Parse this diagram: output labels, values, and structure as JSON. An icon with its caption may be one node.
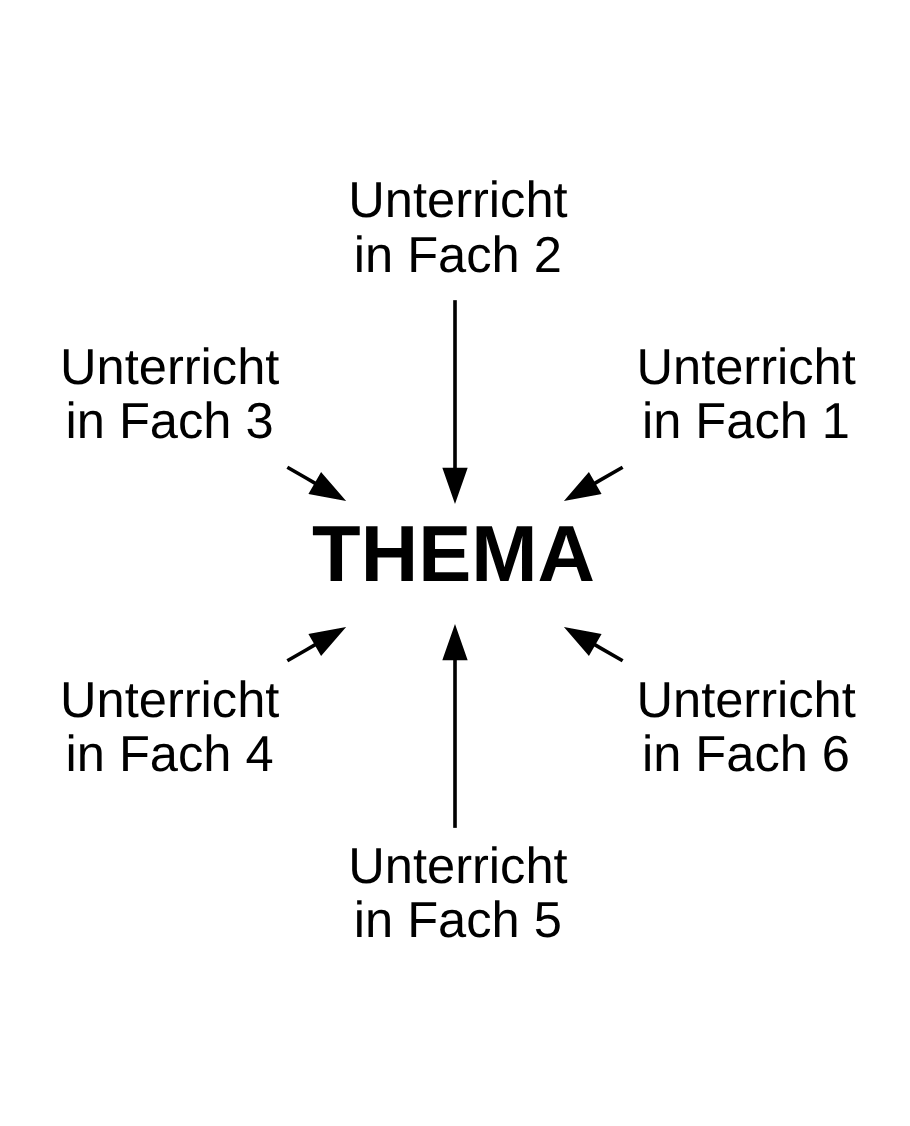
{
  "diagram": {
    "nodes": [
      {
        "text": [
          "Unterricht in Fach 1"
        ]
      },
      {
        "text": [
          "Unterricht in Fach 2"
        ]
      },
      {
        "text": [
          "Unterricht in Fach 3"
        ]
      },
      {
        "text": [
          "THEMA"
        ]
      },
      {
        "text": [
          "Unterricht in Fach 4"
        ]
      },
      {
        "text": [
          "Unterricht in Fach 5"
        ]
      },
      {
        "text": [
          "Unterricht in Fach 6"
        ]
      }
    ],
    "edges": [
      {
        "from": 0,
        "to": 3,
        "arrow": "to"
      },
      {
        "from": 1,
        "to": 3,
        "arrow": "to"
      },
      {
        "from": 2,
        "to": 3,
        "arrow": "to"
      },
      {
        "from": 4,
        "to": 3,
        "arrow": "to"
      },
      {
        "from": 5,
        "to": 3,
        "arrow": "to"
      },
      {
        "from": 6,
        "to": 3,
        "arrow": "to"
      }
    ]
  }
}
